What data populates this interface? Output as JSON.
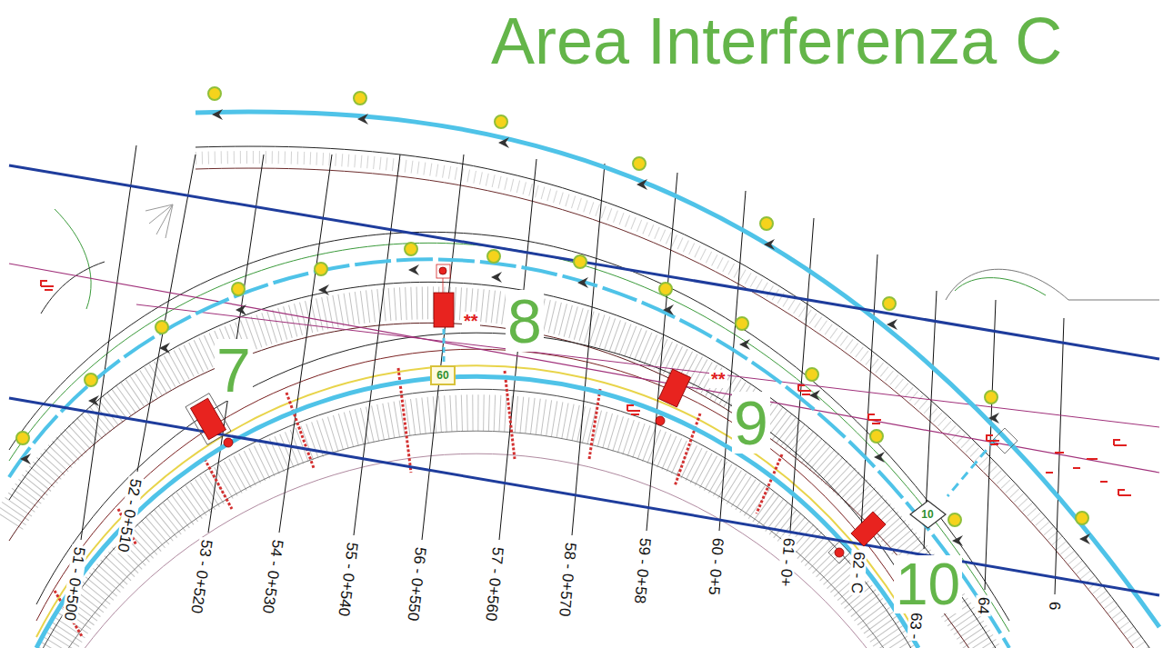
{
  "diagram": {
    "title": "Area Interferenza C",
    "nodes": [
      {
        "text": [
          "60"
        ]
      },
      {
        "text": [
          "10"
        ]
      }
    ],
    "labels": [
      "7",
      "8",
      "**",
      "**",
      "9",
      "10",
      "51 - 0+500",
      "52 - 0+510",
      "53 - 0+520",
      "54 - 0+530",
      "55 - 0+540",
      "56 - 0+550",
      "57 - 0+560",
      "58 - 0+570",
      "59 - 0+58",
      "60 - 0+5",
      "61 - 0+",
      "62 - C",
      "63 -",
      "64",
      "6"
    ]
  }
}
